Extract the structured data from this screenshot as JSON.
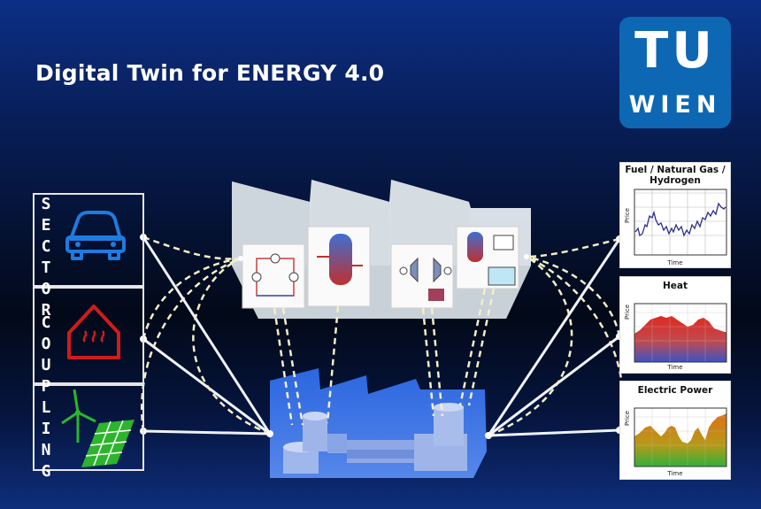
{
  "title": "Digital Twin for ENERGY 4.0",
  "logo": {
    "line1": "TU",
    "line2": "WIEN"
  },
  "sidebar_letters": [
    "S",
    "E",
    "C",
    "T",
    "O",
    "R",
    "C",
    "O",
    "U",
    "P",
    "L",
    "I",
    "N",
    "G"
  ],
  "sectors": [
    {
      "icon": "car-icon",
      "color": "#1e7be0"
    },
    {
      "icon": "house-heat-icon",
      "color": "#d01c1c"
    },
    {
      "icon": "wind-solar-icon",
      "color": "#2cb52c"
    }
  ],
  "charts": [
    {
      "title_lines": [
        "Fuel / Natural Gas /",
        "Hydrogen"
      ],
      "ylabel": "Price",
      "xlabel": "Time"
    },
    {
      "title_lines": [
        "Heat"
      ],
      "ylabel": "Price",
      "xlabel": "Time"
    },
    {
      "title_lines": [
        "Electric Power"
      ],
      "ylabel": "Price",
      "xlabel": "Time"
    }
  ],
  "colors": {
    "sector_box": "#e6e6e6",
    "logo_blue": "#0d67b3",
    "dashed_link": "#f3efc8",
    "twin_factory": "#dde4ea",
    "physical_factory": "#3f7df0"
  }
}
